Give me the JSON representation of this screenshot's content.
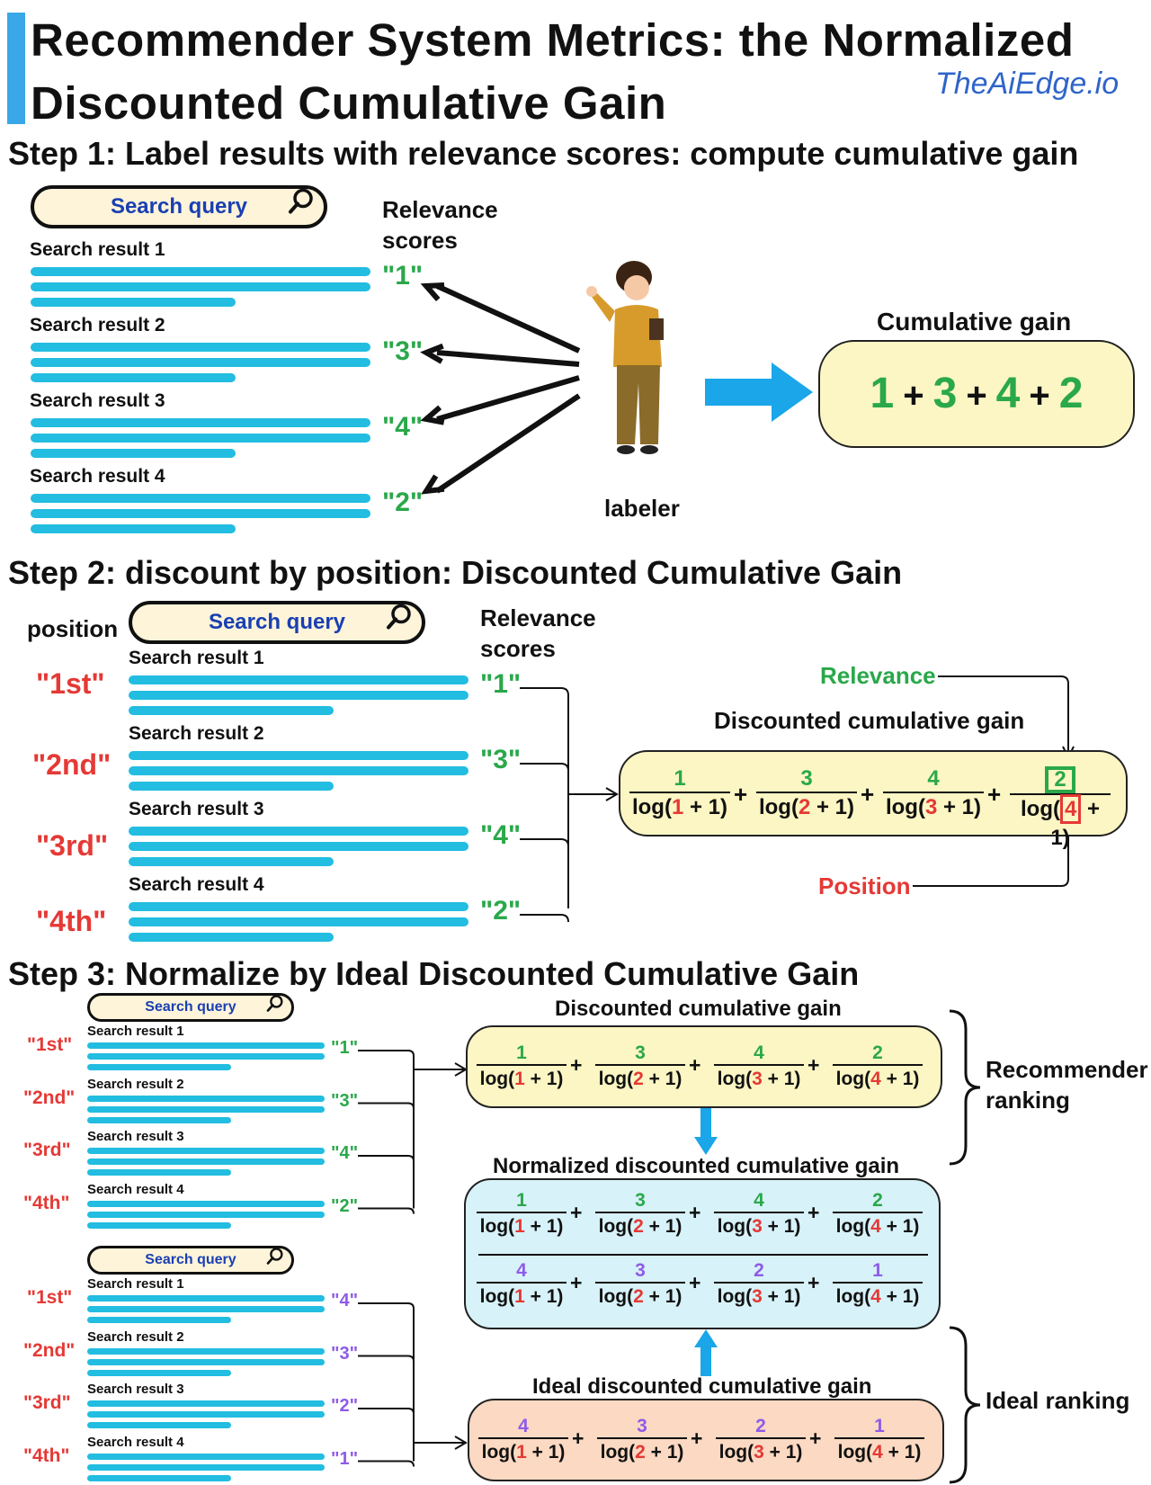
{
  "header": {
    "title_line1": "Recommender System Metrics: the Normalized",
    "title_line2": "Discounted Cumulative Gain",
    "brand": "TheAiEdge.io"
  },
  "step1": {
    "heading": "Step 1: Label results with relevance scores: compute cumulative gain",
    "search_query": "Search query",
    "relevance_header": "Relevance scores",
    "results": [
      "Search result 1",
      "Search result 2",
      "Search result 3",
      "Search result 4"
    ],
    "scores": [
      "\"1\"",
      "\"3\"",
      "\"4\"",
      "\"2\""
    ],
    "labeler": "labeler",
    "cg_title": "Cumulative gain",
    "cg_terms": [
      "1",
      "3",
      "4",
      "2"
    ],
    "plus": "+"
  },
  "step2": {
    "heading": "Step 2: discount by position: Discounted Cumulative Gain",
    "position_header": "position",
    "search_query": "Search query",
    "relevance_header": "Relevance scores",
    "positions": [
      "\"1st\"",
      "\"2nd\"",
      "\"3rd\"",
      "\"4th\""
    ],
    "results": [
      "Search result 1",
      "Search result 2",
      "Search result 3",
      "Search result 4"
    ],
    "scores": [
      "\"1\"",
      "\"3\"",
      "\"4\"",
      "\"2\""
    ],
    "relevance_label": "Relevance",
    "dcg_title": "Discounted cumulative gain",
    "position_label": "Position",
    "numerators": [
      "1",
      "3",
      "4",
      "2"
    ],
    "den_prefix": "log(",
    "den_positions": [
      "1",
      "2",
      "3",
      "4"
    ],
    "den_suffix": " + 1)"
  },
  "step3": {
    "heading": "Step 3: Normalize by Ideal Discounted Cumulative Gain",
    "search_query": "Search query",
    "positions": [
      "\"1st\"",
      "\"2nd\"",
      "\"3rd\"",
      "\"4th\""
    ],
    "results": [
      "Search result 1",
      "Search result 2",
      "Search result 3",
      "Search result 4"
    ],
    "scores_rec": [
      "\"1\"",
      "\"3\"",
      "\"4\"",
      "\"2\""
    ],
    "scores_ideal": [
      "\"4\"",
      "\"3\"",
      "\"2\"",
      "\"1\""
    ],
    "dcg_title": "Discounted cumulative gain",
    "ndcg_title": "Normalized discounted cumulative gain",
    "idcg_title": "Ideal discounted cumulative gain",
    "rec_numerators": [
      "1",
      "3",
      "4",
      "2"
    ],
    "ideal_numerators": [
      "4",
      "3",
      "2",
      "1"
    ],
    "den_prefix": "log(",
    "den_positions": [
      "1",
      "2",
      "3",
      "4"
    ],
    "den_suffix": " + 1)",
    "recommender_ranking_line1": "Recommender",
    "recommender_ranking_line2": "ranking",
    "ideal_ranking": "Ideal ranking"
  },
  "colors": {
    "accent_bar": "#3aa7e8",
    "result_bar": "#22bde0",
    "relevance_green": "#2aa84a",
    "position_red": "#e53935",
    "ideal_purple": "#8e5ce8",
    "dcg_fill": "#fbf6c3",
    "ndcg_fill": "#d7f2f8",
    "idcg_fill": "#fbd9c2",
    "search_fill": "#fdf4d9",
    "brand_blue": "#2f64c9"
  },
  "icons": [
    "search-icon",
    "labeler-person-icon",
    "arrow-right-icon",
    "arrow-down-icon",
    "arrow-up-icon",
    "curly-brace-icon"
  ]
}
